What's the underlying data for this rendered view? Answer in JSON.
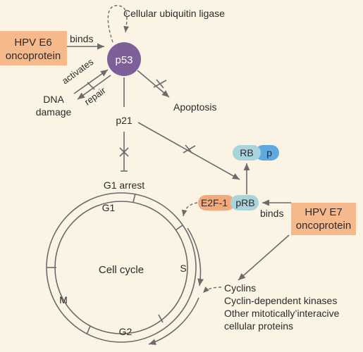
{
  "nodes": {
    "hpv_e6_line1": "HPV E6",
    "hpv_e6_line2": "oncoprotein",
    "p53": "p53",
    "ubiquitin_ligase": "Cellular ubiquitin ligase",
    "binds_e6": "binds",
    "activates": "activates",
    "repair": "repair",
    "dna_damage_line1": "DNA",
    "dna_damage_line2": "damage",
    "apoptosis": "Apoptosis",
    "p21": "p21",
    "g1_arrest": "G1 arrest",
    "rb": "RB",
    "p": "p",
    "e2f1": "E2F-1",
    "prb": "pRB",
    "binds_e7": "binds",
    "hpv_e7_line1": "HPV E7",
    "hpv_e7_line2": "oncoprotein",
    "cell_cycle": "Cell cycle",
    "phase_g1": "G1",
    "phase_s": "S",
    "phase_g2": "G2",
    "phase_m": "M",
    "targets": [
      "Cyclins",
      "Cyclin-dependent kinases",
      "Other mitotically’interacive",
      "cellular proteins"
    ]
  },
  "colors": {
    "background": "#fbf3e4",
    "hpv_box": "#f6b98c",
    "p53_circle": "#7d5f9a",
    "rb_pill": "#a9d4dc",
    "p_pill": "#5da9e0",
    "e2f1_pill": "#f2a97c",
    "lines": "#6b6b6b"
  }
}
